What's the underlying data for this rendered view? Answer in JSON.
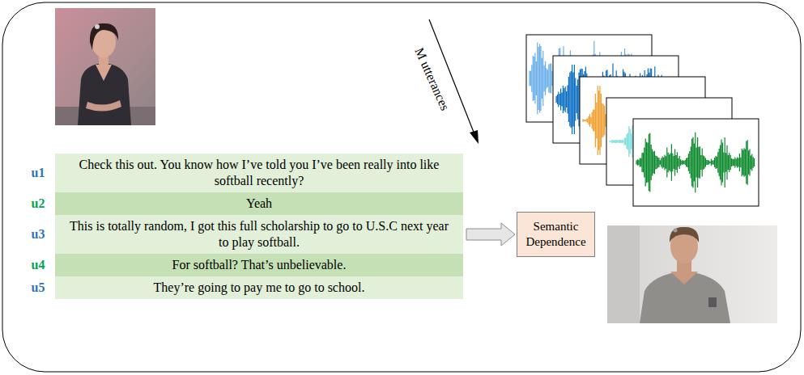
{
  "diagram": {
    "nodes": [
      {
        "text": [
          "u1",
          "Check this out. You know how I’ve told you I’ve been really into like softball recently?"
        ]
      },
      {
        "text": [
          "u2",
          "Yeah"
        ]
      },
      {
        "text": [
          "u3",
          "This is totally random, I got this full scholarship to go to U.S.C next year to play softball."
        ]
      },
      {
        "text": [
          "u4",
          "For softball? That’s unbelievable."
        ]
      },
      {
        "text": [
          "u5",
          "They’re going to pay me to go to school."
        ]
      },
      {
        "text": [
          "Semantic Dependence"
        ]
      }
    ],
    "edges": [
      {
        "from": 2,
        "to": 5,
        "arrow": "to"
      }
    ],
    "labels": [
      "M utterances"
    ]
  }
}
